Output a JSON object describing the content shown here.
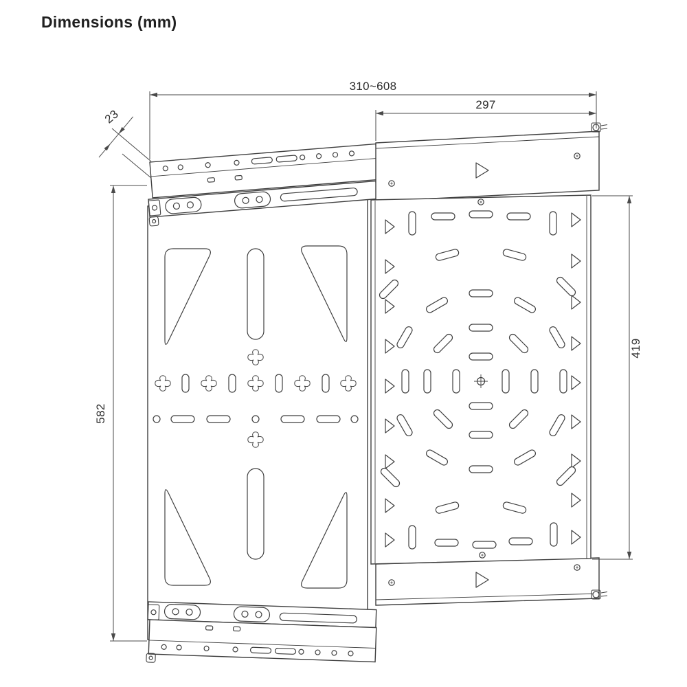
{
  "page": {
    "title": "Dimensions (mm)"
  },
  "dimension_labels": {
    "extended_width": "310~608",
    "bracket_width": "297",
    "rail_thickness": "23",
    "overall_height": "582",
    "panel_height": "419"
  },
  "colors": {
    "line": "#3f3f3f",
    "text": "#2d2d2d",
    "background": "#ffffff"
  }
}
